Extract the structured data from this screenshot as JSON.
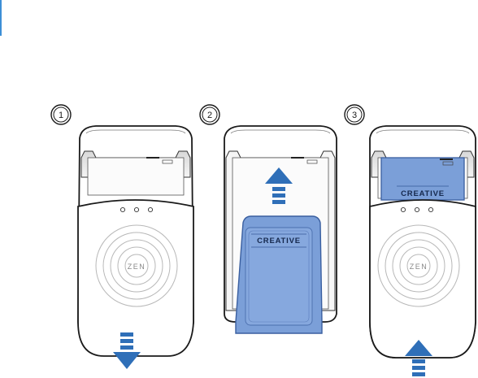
{
  "diagram": {
    "steps": [
      {
        "number": "1",
        "action": "slide-cover-down",
        "arrow": "down"
      },
      {
        "number": "2",
        "action": "insert-battery",
        "arrow": "up"
      },
      {
        "number": "3",
        "action": "slide-cover-up",
        "arrow": "up"
      }
    ],
    "battery_brand": "CREATIVE",
    "cover_logo": "ZEN",
    "colors": {
      "outline": "#1a1a1a",
      "battery_fill": "#7b9fd8",
      "battery_stroke": "#3a5fa0",
      "arrow": "#2f6fb8",
      "edge_accent": "#3d8fd6"
    }
  }
}
